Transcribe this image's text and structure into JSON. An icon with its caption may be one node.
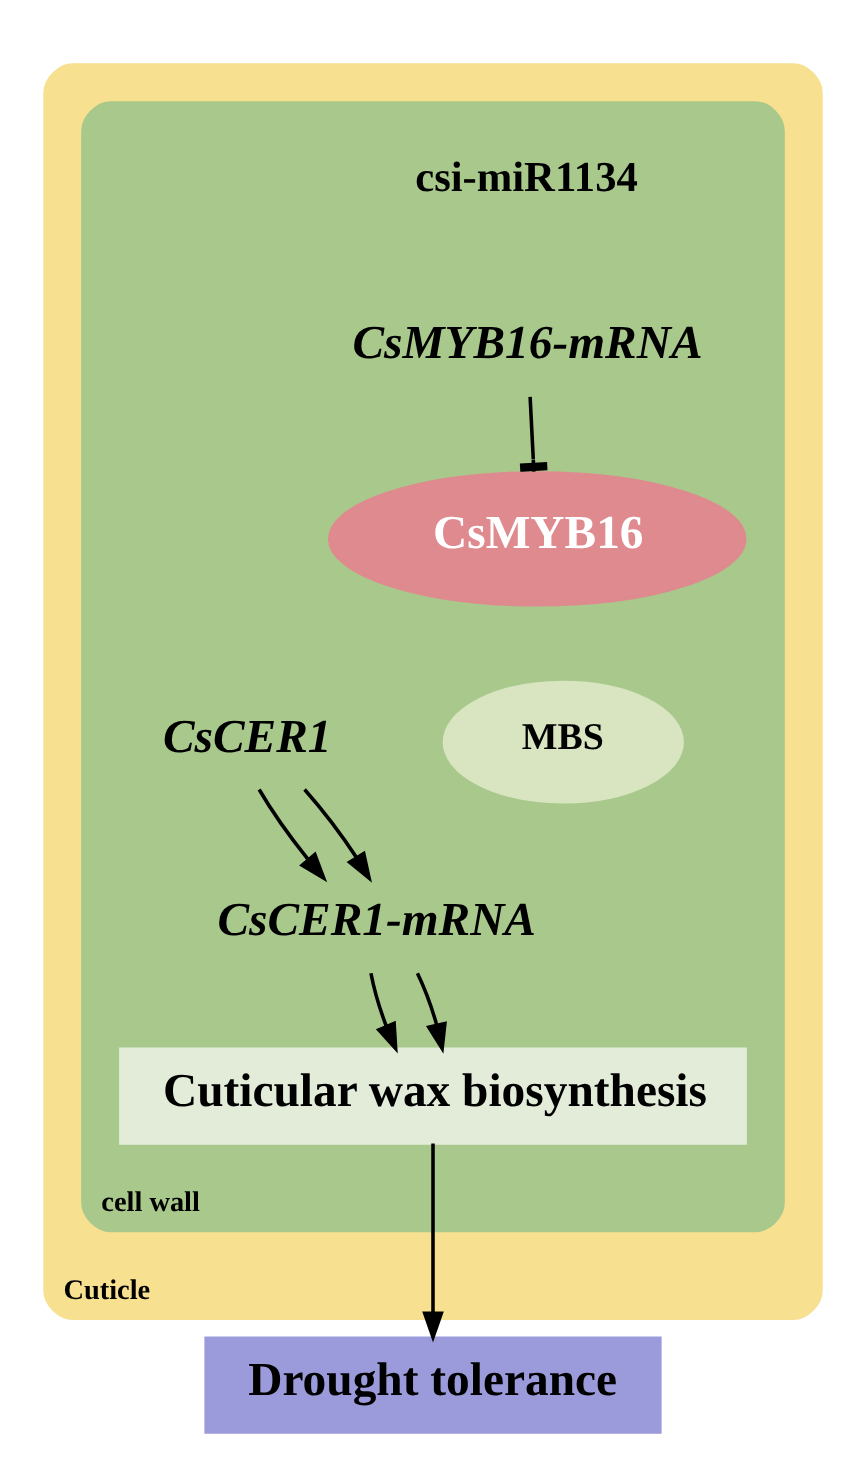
{
  "diagram": {
    "nodes": [
      {
        "text": [
          "Cuticle"
        ]
      },
      {
        "text": [
          "cell wall"
        ],
        "in": 0
      },
      {
        "text": [
          "CsMYB16-mRNA"
        ],
        "in": 1
      },
      {
        "text": [
          "CsMYB16"
        ],
        "in": 1
      },
      {
        "text": [
          "MBS"
        ],
        "in": 1
      },
      {
        "text": [
          "CsCER1"
        ],
        "in": 1
      },
      {
        "text": [
          "CsCER1-mRNA"
        ],
        "in": 1
      },
      {
        "text": [
          "Cuticular wax biosynthesis"
        ],
        "in": 1
      },
      {
        "text": [
          "Drought tolerance"
        ]
      }
    ],
    "edges": [
      {
        "from": 2,
        "to": 3,
        "arrow": "other"
      },
      {
        "from": 5,
        "to": 6,
        "arrow": "to"
      },
      {
        "from": 5,
        "to": 6,
        "arrow": "to"
      },
      {
        "from": 6,
        "to": 7,
        "arrow": "to"
      },
      {
        "from": 6,
        "to": 7,
        "arrow": "to"
      },
      {
        "from": 7,
        "to": 8,
        "arrow": "to"
      }
    ],
    "labels": [
      "csi-miR1134"
    ]
  }
}
